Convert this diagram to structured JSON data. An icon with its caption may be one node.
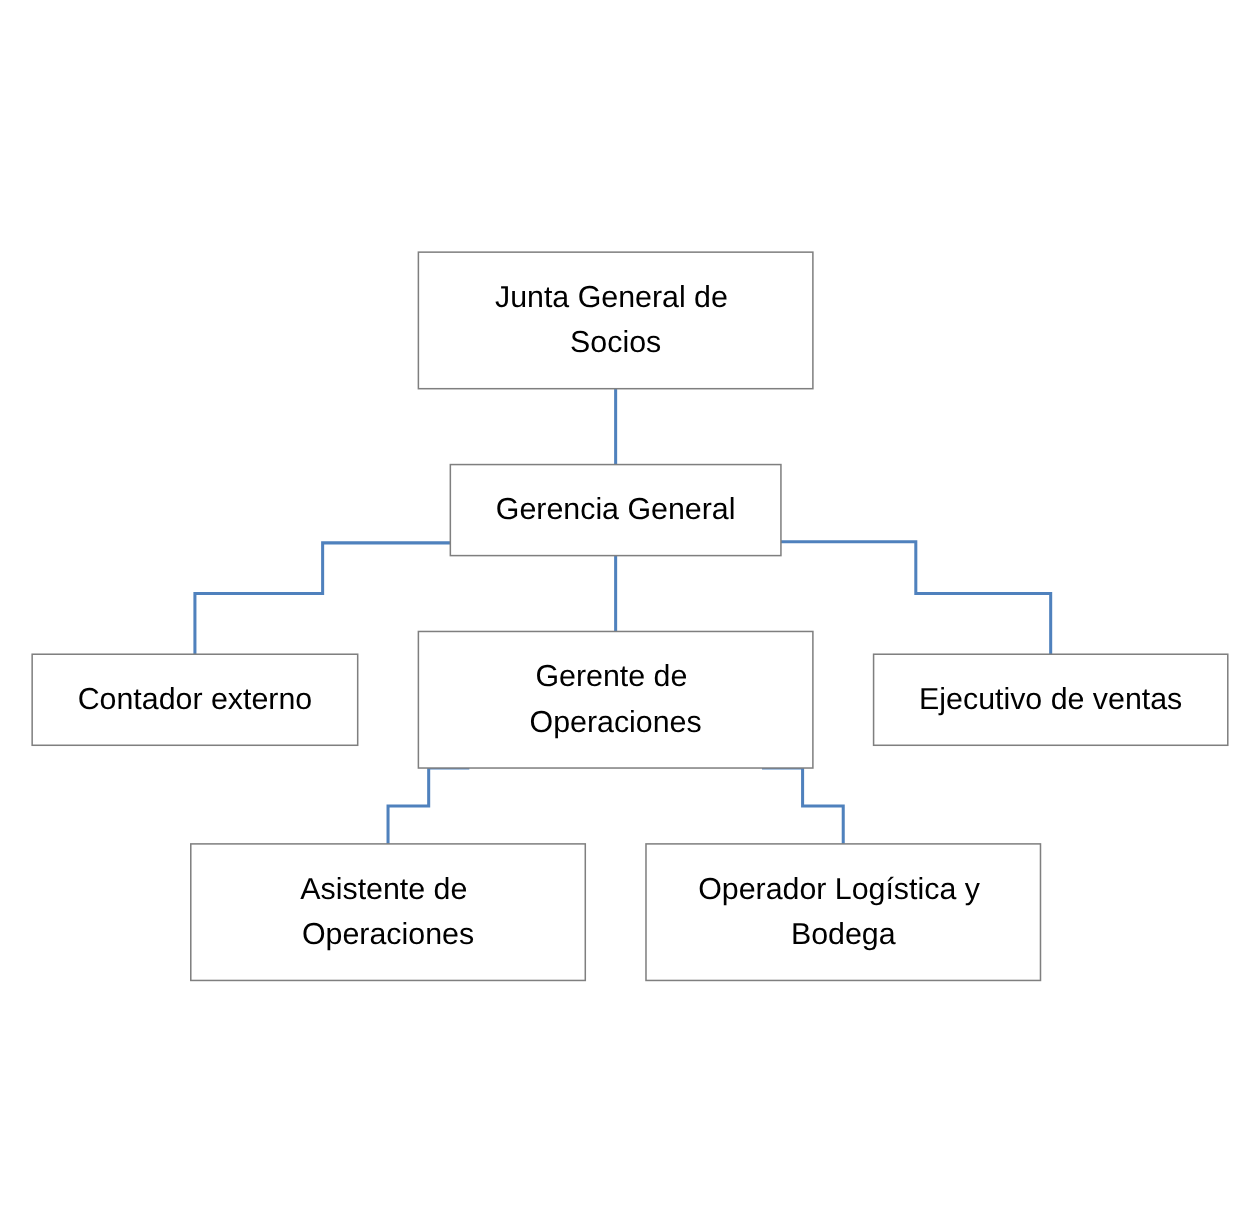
{
  "diagram": {
    "nodes": [
      {
        "text": [
          "Junta General de Socios"
        ]
      },
      {
        "text": [
          "Gerencia General"
        ]
      },
      {
        "text": [
          "Contador externo"
        ]
      },
      {
        "text": [
          "Gerente de Operaciones"
        ]
      },
      {
        "text": [
          "Ejecutivo de ventas"
        ]
      },
      {
        "text": [
          "Asistente de Operaciones"
        ]
      },
      {
        "text": [
          "Operador Logística y Bodega"
        ]
      }
    ],
    "edges": [
      {
        "from": 0,
        "to": 1,
        "arrow": "none"
      },
      {
        "from": 1,
        "to": 2,
        "arrow": "none"
      },
      {
        "from": 1,
        "to": 3,
        "arrow": "none"
      },
      {
        "from": 1,
        "to": 4,
        "arrow": "none"
      },
      {
        "from": 3,
        "to": 5,
        "arrow": "none"
      },
      {
        "from": 3,
        "to": 6,
        "arrow": "none"
      }
    ]
  }
}
